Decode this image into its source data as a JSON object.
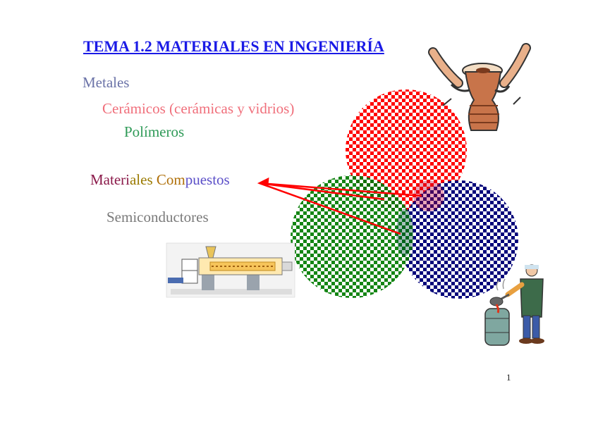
{
  "title": "TEMA 1.2 MATERIALES EN INGENIERÍA",
  "items": {
    "metales": "Metales",
    "ceramicos": "Cerámicos (cerámicas y vidrios)",
    "polimeros": "Polímeros",
    "compuestos_parts": [
      "Materi",
      "ales ",
      "Com",
      "puestos"
    ],
    "semiconductores": "Semiconductores"
  },
  "page_number": "1",
  "colors": {
    "title": "#1a1ae6",
    "metales": "#6b73a8",
    "ceramicos": "#f06f7b",
    "polimeros": "#2e9a57",
    "semiconductores": "#7a7a7a",
    "circle_red": "#ff0000",
    "circle_green": "#007a00",
    "circle_blue": "#00007a",
    "arrow": "#ff0000"
  },
  "icons": [
    "potter-icon",
    "extruder-machine-icon",
    "foundry-worker-icon"
  ]
}
